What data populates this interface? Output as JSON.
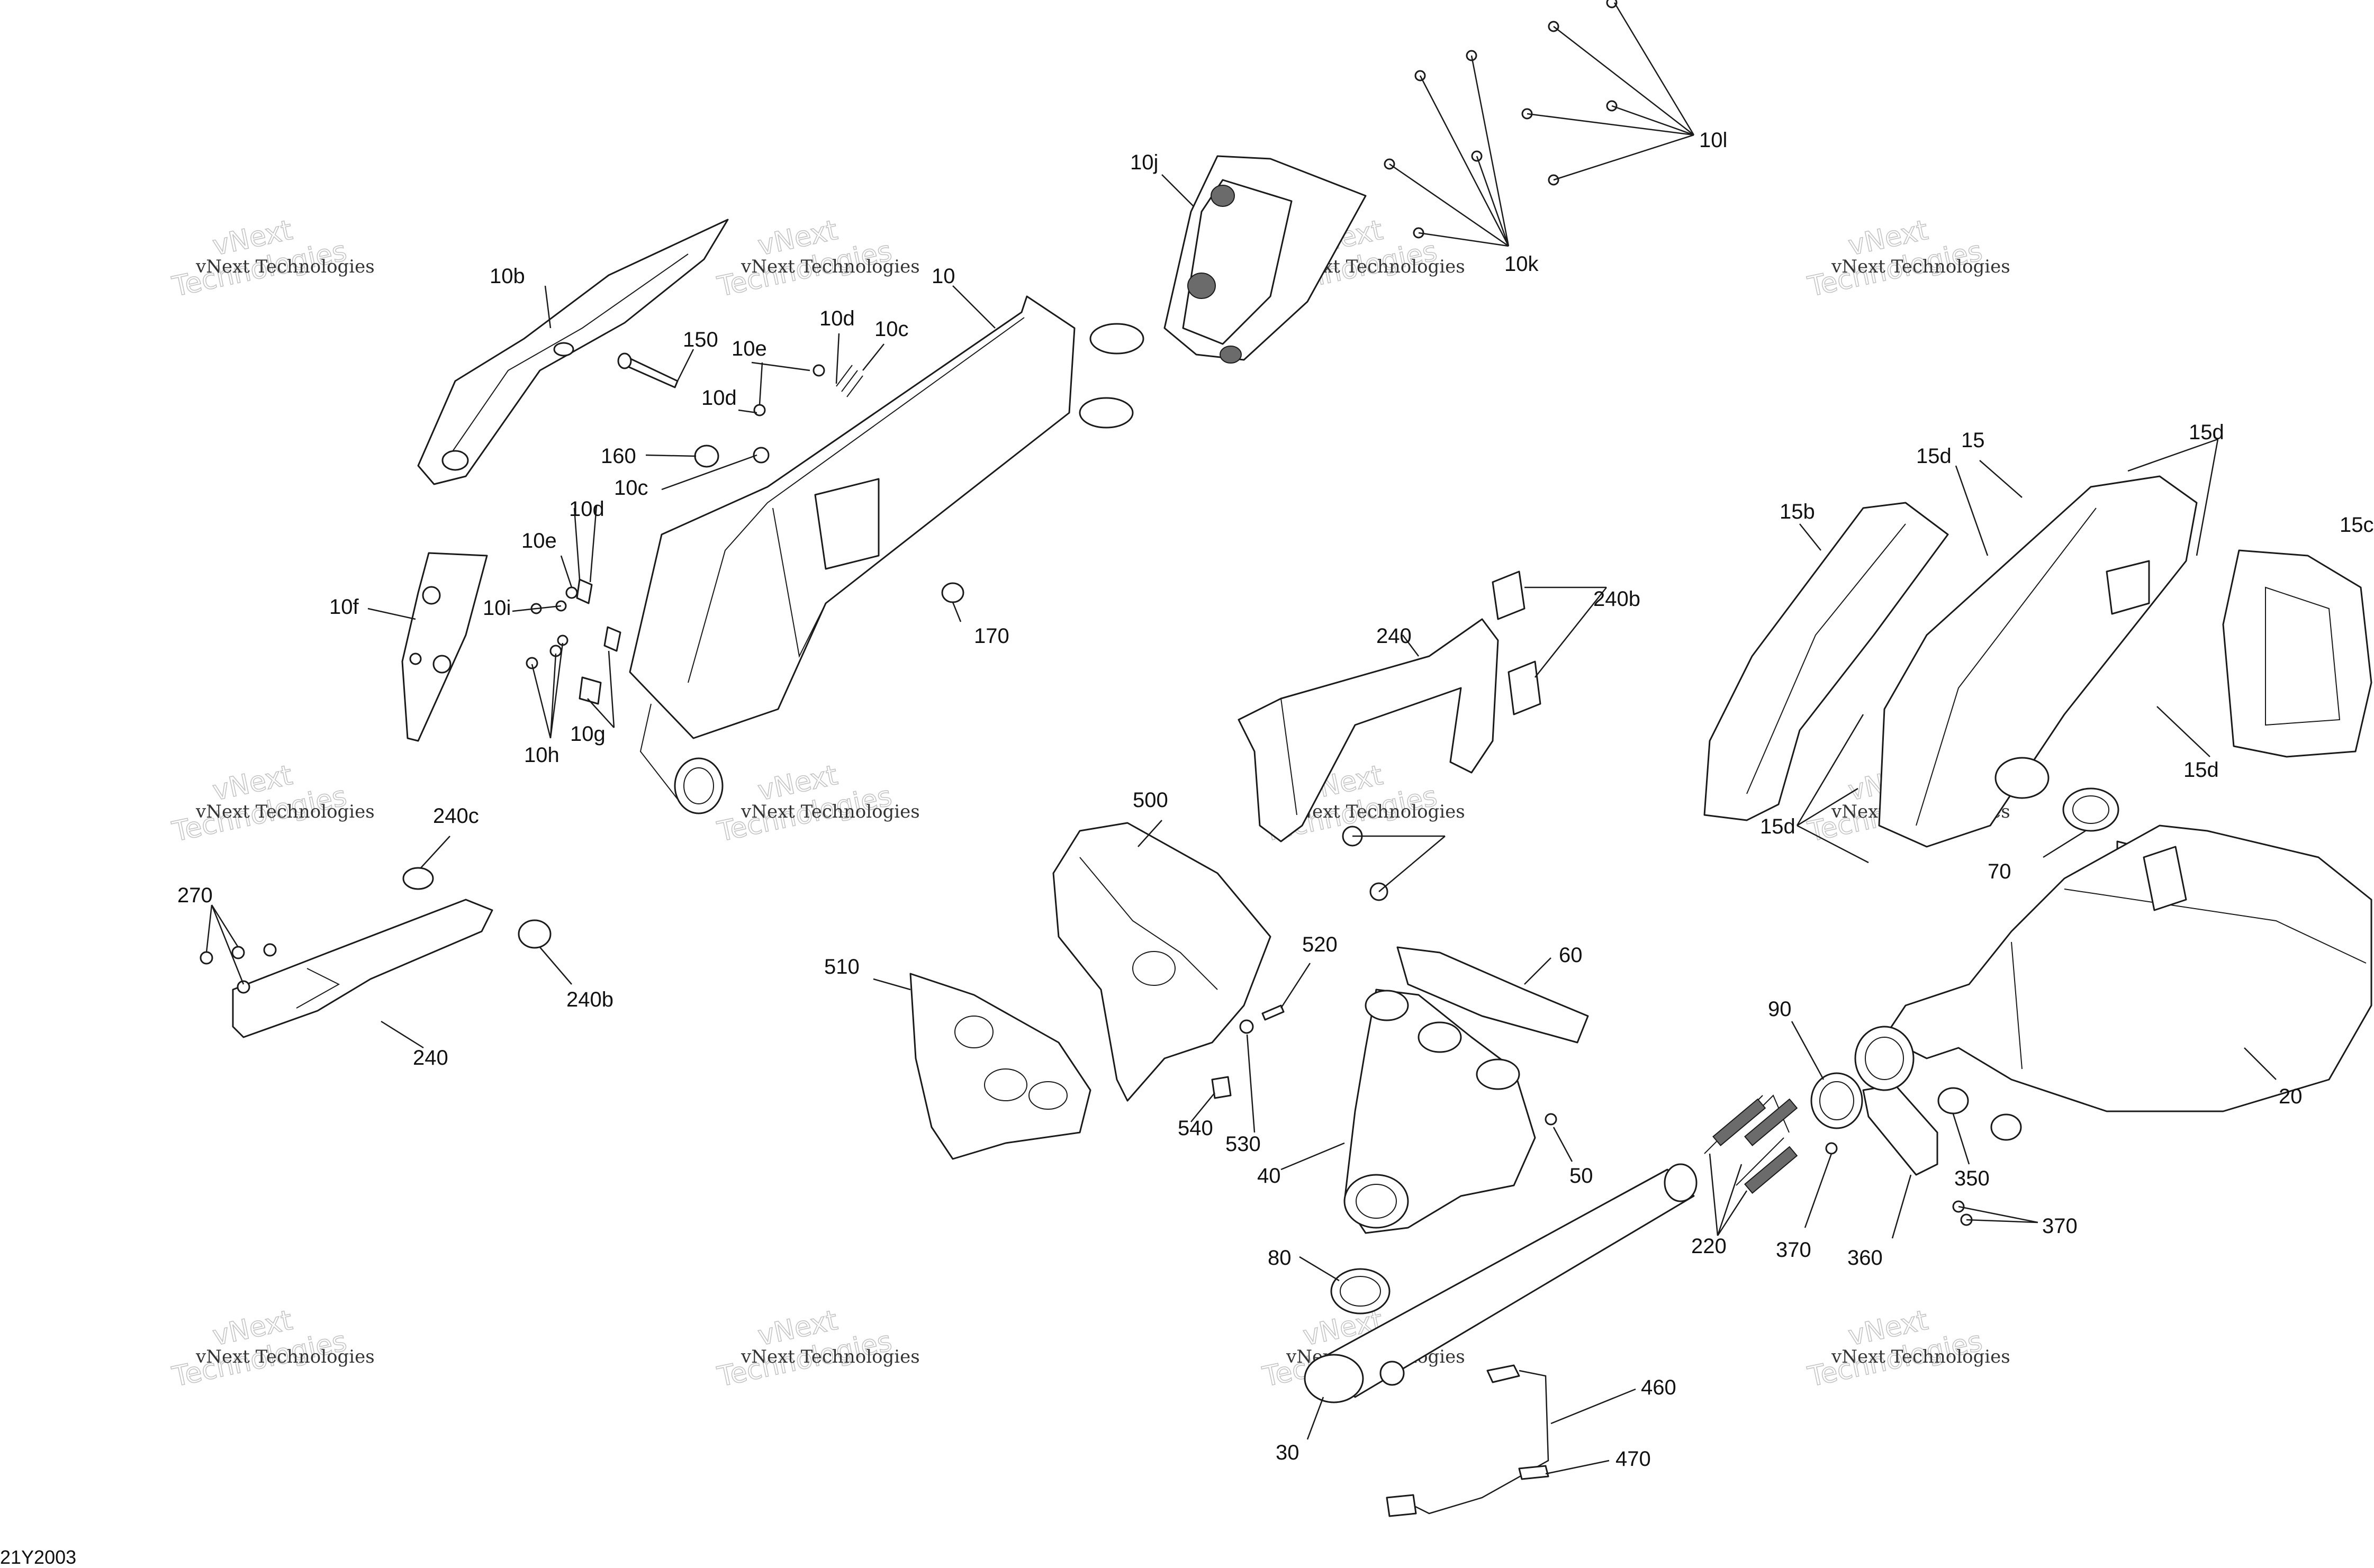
{
  "document_id": "21Y2003",
  "watermark": {
    "line1": "vNext Technologies",
    "line2": "vNext",
    "line3": "Technologies"
  },
  "callouts": {
    "c10": "10",
    "c10b": "10b",
    "c10c_top": "10c",
    "c10c_mid": "10c",
    "c10d_top": "10d",
    "c10d_mid": "10d",
    "c10d_low": "10d",
    "c10e_top": "10e",
    "c10e_low": "10e",
    "c10f": "10f",
    "c10g": "10g",
    "c10h": "10h",
    "c10i": "10i",
    "c10j": "10j",
    "c10k": "10k",
    "c10l": "10l",
    "c15": "15",
    "c15b": "15b",
    "c15c": "15c",
    "c15d_a": "15d",
    "c15d_b": "15d",
    "c15d_c": "15d",
    "c15d_d": "15d",
    "c20": "20",
    "c30": "30",
    "c40": "40",
    "c50": "50",
    "c60": "60",
    "c70": "70",
    "c80": "80",
    "c90": "90",
    "c150": "150",
    "c160": "160",
    "c170": "170",
    "c220": "220",
    "c240_left": "240",
    "c240_right": "240",
    "c240b_left": "240b",
    "c240b_right": "240b",
    "c240c": "240c",
    "c270": "270",
    "c350": "350",
    "c360": "360",
    "c370_a": "370",
    "c370_b": "370",
    "c460": "460",
    "c470": "470",
    "c500": "500",
    "c510": "510",
    "c520": "520",
    "c530": "530",
    "c540": "540"
  }
}
